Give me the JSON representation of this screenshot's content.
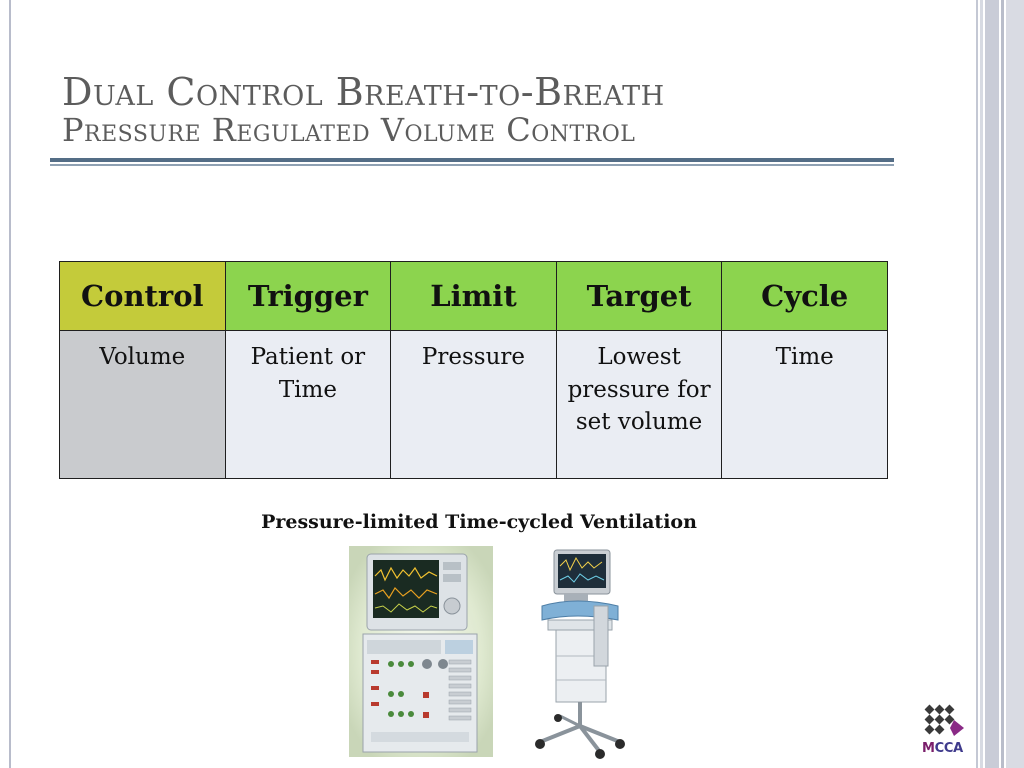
{
  "slide": {
    "title_line1": "Dual Control Breath-to-Breath",
    "title_line2": "Pressure Regulated Volume Control"
  },
  "table": {
    "headers": [
      "Control",
      "Trigger",
      "Limit",
      "Target",
      "Cycle"
    ],
    "row": [
      "Volume",
      "Patient or Time",
      "Pressure",
      "Lowest pressure for set volume",
      "Time"
    ]
  },
  "caption": "Pressure-limited Time-cycled Ventilation",
  "images": {
    "left": "ventilator-panel-image",
    "right": "ventilator-cart-image"
  },
  "logo": {
    "prefix": "M",
    "rest": "CCA"
  },
  "colors": {
    "header_green": "#8cd44e",
    "header_olive": "#c4cb3a",
    "body_cell": "#eaedf3",
    "body_first_cell": "#c9cbce",
    "rule": "#546d86"
  }
}
